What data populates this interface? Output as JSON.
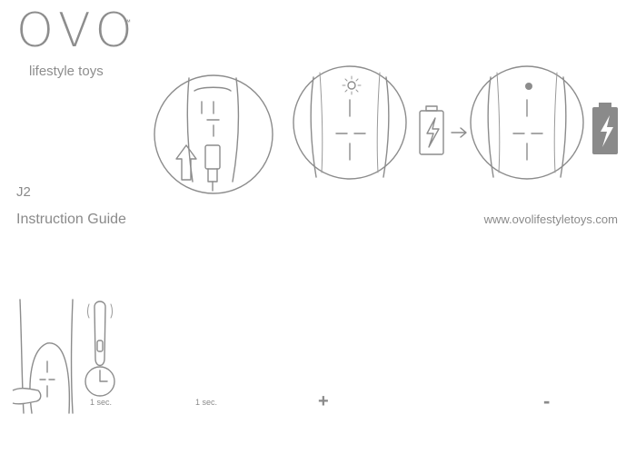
{
  "brand": {
    "wordmark": "OVO",
    "trademark": "™",
    "tagline": "lifestyle toys"
  },
  "product": {
    "model": "J2",
    "document_title": "Instruction Guide",
    "website": "www.ovolifestyletoys.com"
  },
  "captions": {
    "press_one_second_a": "1 sec.",
    "press_one_second_b": "1 sec."
  },
  "control_symbols": {
    "plus": "+",
    "minus": "-"
  },
  "colors": {
    "line": "#8c8c8c",
    "battery_full": "#8a8a8a",
    "text": "#8a8a8a"
  },
  "icons": [
    "sun-icon",
    "battery-charging-icon",
    "battery-full-icon",
    "arrow-right-icon",
    "arrow-up-icon",
    "vibration-pattern-icon"
  ]
}
